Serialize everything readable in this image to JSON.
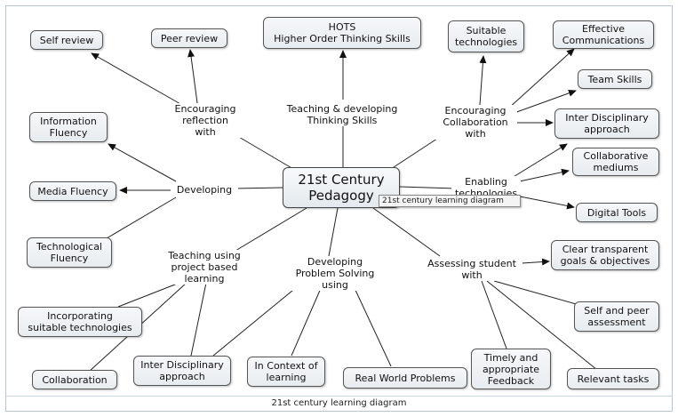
{
  "center": "21st Century\nPedagogy",
  "caption": "21st century learning diagram",
  "tooltip": "21st century learning diagram",
  "labels": {
    "reflection": "Encouraging\nreflection\nwith",
    "thinking": "Teaching & developing\nThinking Skills",
    "collaboration": "Encouraging\nCollaboration\nwith",
    "developing": "Developing",
    "enabling": "Enabling\ntechnologies",
    "project": "Teaching using\nproject based\nlearning",
    "problem": "Developing\nProblem Solving\nusing",
    "assessing": "Assessing student\nwith"
  },
  "nodes": {
    "self_review": "Self review",
    "peer_review": "Peer review",
    "hots": "HOTS\nHigher Order Thinking Skills",
    "suitable_tech": "Suitable\ntechnologies",
    "effective_comm": "Effective\nCommunications",
    "team_skills": "Team Skills",
    "inter_disc_1": "Inter Disciplinary\napproach",
    "collab_mediums": "Collaborative\nmediums",
    "digital_tools": "Digital Tools",
    "info_fluency": "Information\nFluency",
    "media_fluency": "Media Fluency",
    "tech_fluency": "Technological\nFluency",
    "clear_goals": "Clear transparent\ngoals & objectives",
    "self_peer": "Self and peer\nassessment",
    "relevant_tasks": "Relevant tasks",
    "timely_feedback": "Timely and\nappropriate\nFeedback",
    "real_world": "Real World Problems",
    "in_context": "In Context of\nlearning",
    "inter_disc_2": "Inter Disciplinary\napproach",
    "collaboration": "Collaboration",
    "incorporating": "Incorporating\nsuitable technologies"
  }
}
